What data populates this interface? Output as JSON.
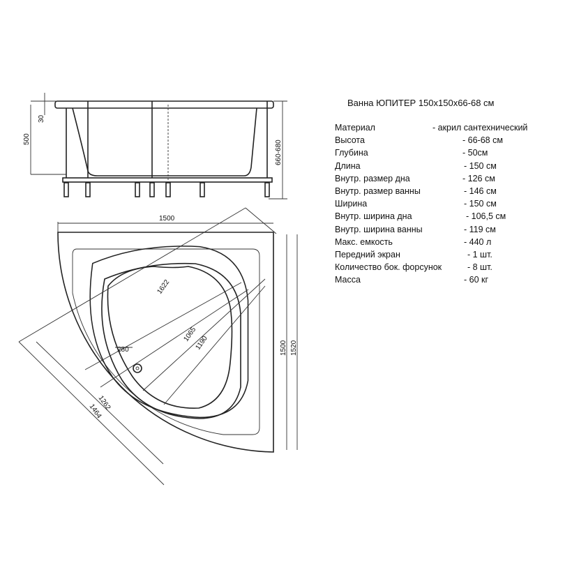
{
  "title": "Ванна  ЮПИТЕР 150x150x66-68 см",
  "specs": [
    {
      "label": "Материал",
      "value": "- акрил сантехнический"
    },
    {
      "label": "Высота",
      "value": "- 66-68 см"
    },
    {
      "label": "Глубина",
      "value": "- 50см"
    },
    {
      "label": "Длина",
      "value": "- 150 см"
    },
    {
      "label": "Внутр. размер дна",
      "value": "- 126 см"
    },
    {
      "label": "Внутр. размер ванны",
      "value": "- 146 см"
    },
    {
      "label": "Ширина",
      "value": "- 150 см"
    },
    {
      "label": "Внутр. ширина дна",
      "value": "- 106,5 см"
    },
    {
      "label": "Внутр. ширина ванны",
      "value": "- 119 см"
    },
    {
      "label": "Макс. емкость",
      "value": "- 440 л"
    },
    {
      "label": "Передний экран",
      "value": "- 1 шт."
    },
    {
      "label": "Количество бок. форсунок",
      "value": "- 8 шт."
    },
    {
      "label": "Масса",
      "value": "- 60 кг"
    }
  ],
  "side_view": {
    "dim_depth": "500",
    "dim_rim": "30",
    "dim_height": "660-680"
  },
  "plan_view": {
    "dim_width": "1500",
    "dim_right_1": "1500",
    "dim_right_2": "1520",
    "dim_diag": "1622",
    "dim_1065": "1065",
    "dim_1190": "1190",
    "dim_280": "280",
    "dim_1262": "1262",
    "dim_1464": "1464"
  }
}
